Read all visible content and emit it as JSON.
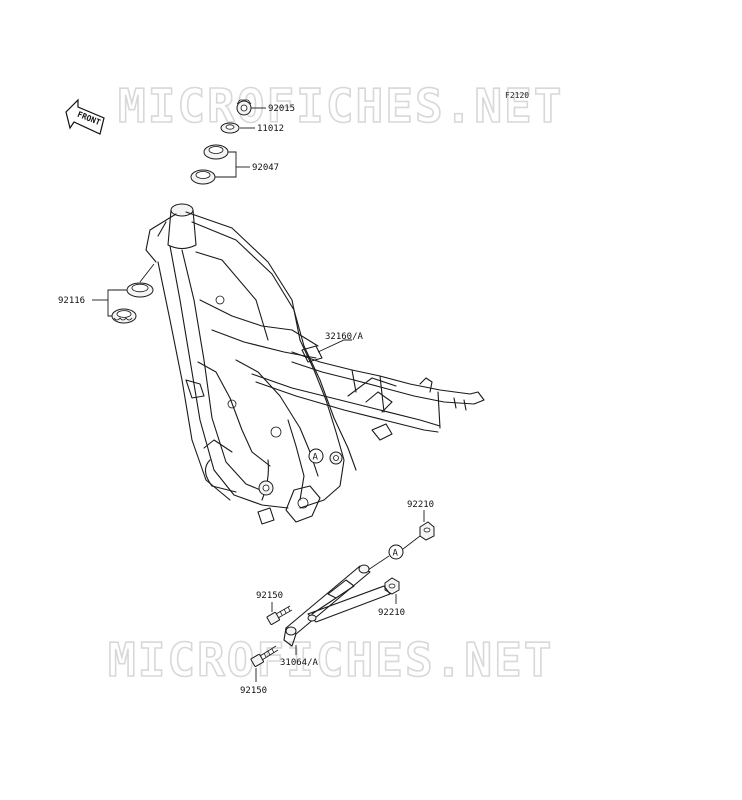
{
  "figure_code": "F2120",
  "watermark": "MICROFICHES.NET",
  "front_label": "FRONT",
  "ref_mark": "A",
  "parts": {
    "p92015": "92015",
    "p11012": "11012",
    "p92047": "92047",
    "p92116": "92116",
    "p32160": "32160/A",
    "p92210_top": "92210",
    "p92210_bottom": "92210",
    "p92150_top": "92150",
    "p92150_bottom": "92150",
    "p31064": "31064/A"
  }
}
